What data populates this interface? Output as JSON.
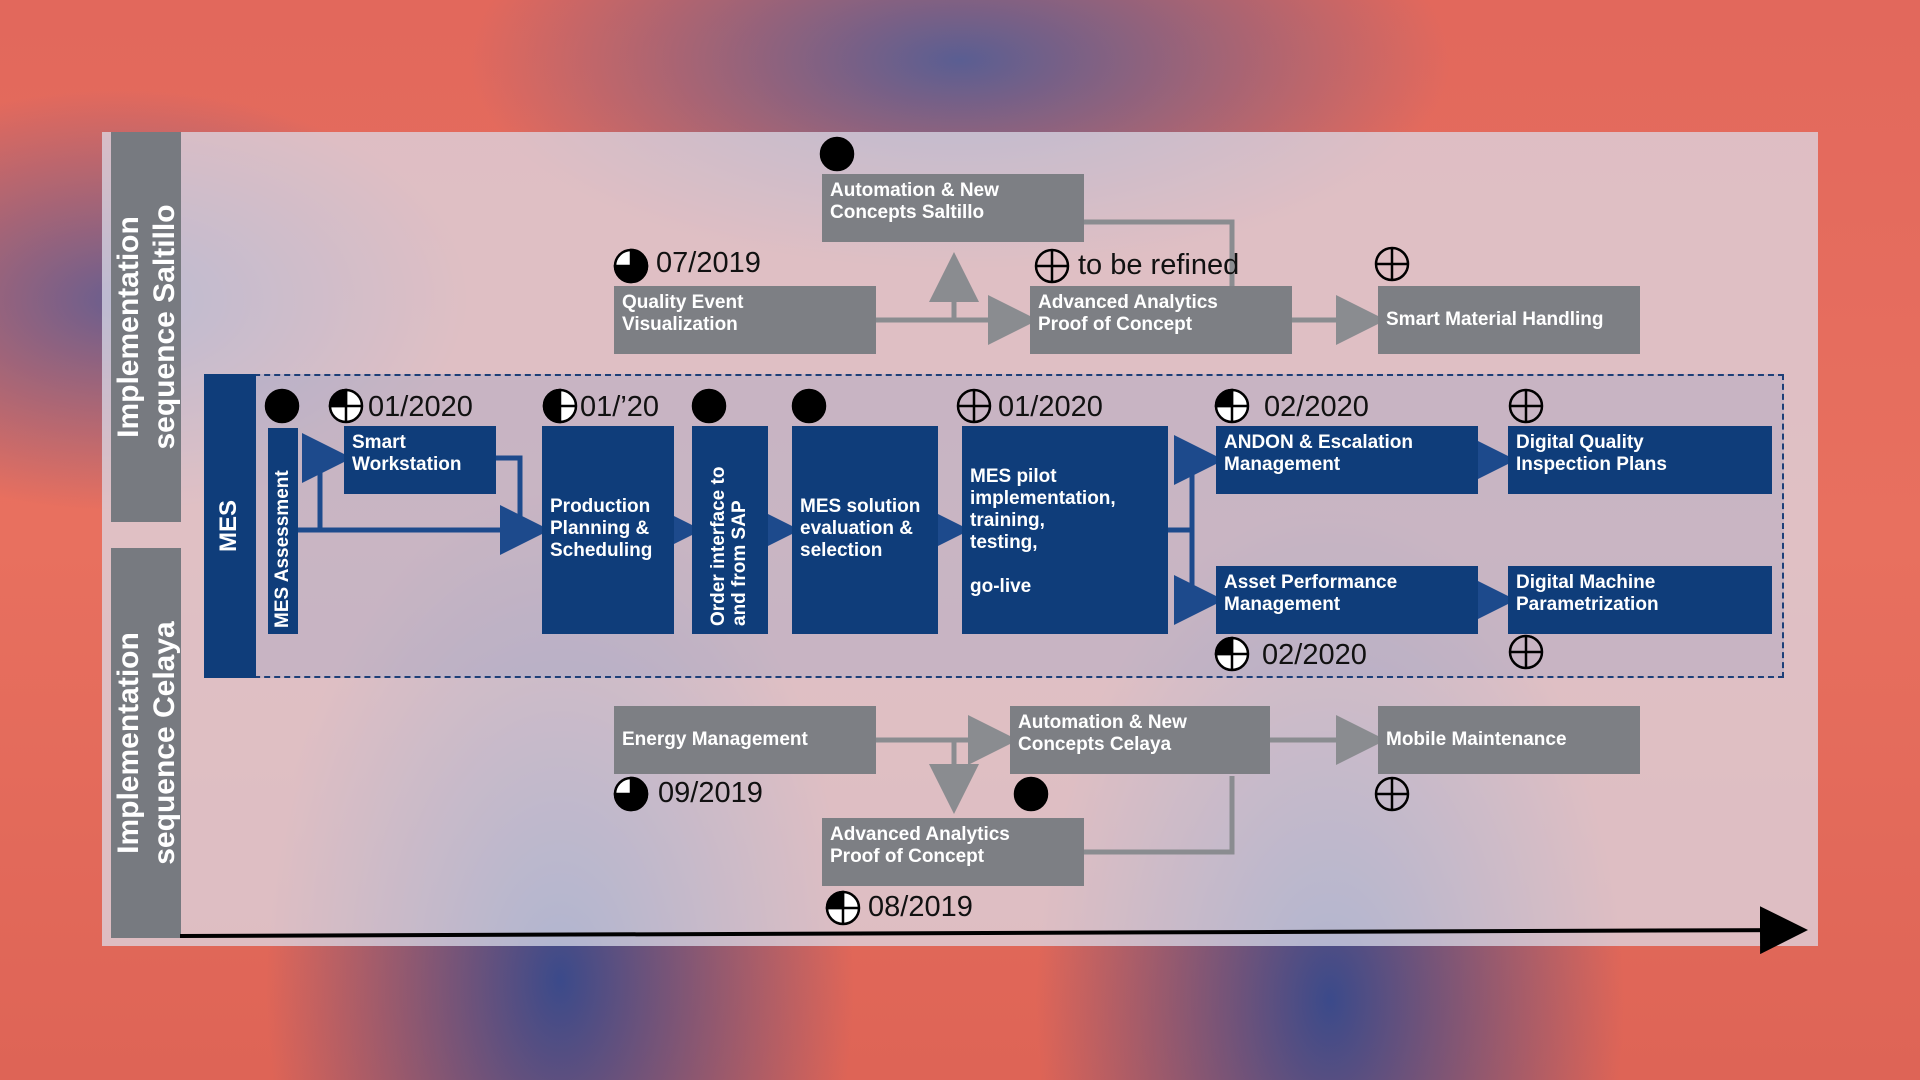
{
  "labels": {
    "saltillo": "Implementation\nsequence Saltillo",
    "celaya": "Implementation\nsequence Celaya",
    "mes": "MES"
  },
  "saltillo": {
    "automation": "Automation & New\nConcepts Saltillo",
    "quality_event": "Quality Event\nVisualization",
    "quality_event_date": "07/2019",
    "analytics": "Advanced Analytics\nProof of Concept",
    "analytics_date": "to be refined",
    "smart_material": "Smart Material Handling"
  },
  "mes": {
    "assessment": "MES Assessment",
    "smart_workstation": "Smart\nWorkstation",
    "smart_workstation_date": "01/2020",
    "production_planning": "Production\nPlanning  &\nScheduling",
    "production_planning_date": "01/’20",
    "order_interface": "Order interface to\nand from SAP",
    "solution_eval": "MES solution\nevaluation &\nselection",
    "pilot": "MES pilot\nimplementation,\ntraining,\ntesting,\n\ngo-live",
    "pilot_date": "01/2020",
    "andon": "ANDON & Escalation\nManagement",
    "andon_date": "02/2020",
    "digital_quality": "Digital Quality\nInspection Plans",
    "asset_perf": "Asset Performance\nManagement",
    "asset_perf_date": "02/2020",
    "digital_machine": "Digital Machine\nParametrization"
  },
  "celaya": {
    "energy": "Energy Management",
    "energy_date": "09/2019",
    "automation": "Automation & New\nConcepts Celaya",
    "mobile": "Mobile Maintenance",
    "analytics": "Advanced Analytics\nProof of Concept",
    "analytics_date": "08/2019"
  },
  "status_icons": {
    "full": "harvey-ball-full",
    "three_quarter": "harvey-ball-three-quarter",
    "half": "harvey-ball-half",
    "quarter": "harvey-ball-quarter",
    "empty": "harvey-ball-empty"
  },
  "colors": {
    "mes_blue": "#0f3d7a",
    "box_gray": "#7d7f84",
    "side_gray": "#777a80",
    "connector": "#8a8c90"
  }
}
